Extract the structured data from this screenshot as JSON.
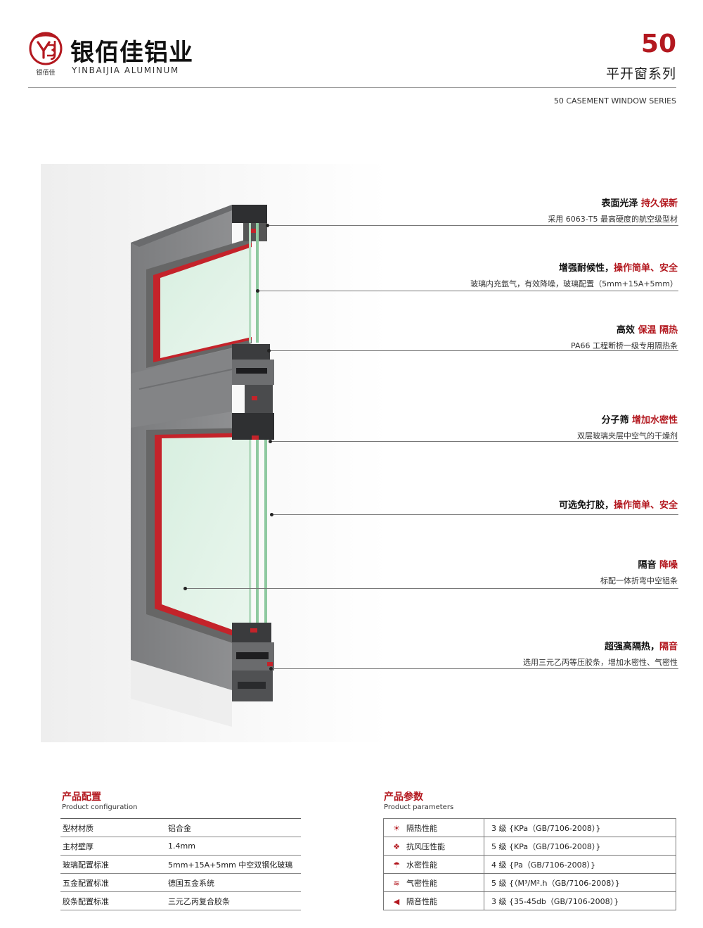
{
  "brand": {
    "name_cn": "银佰佳铝业",
    "name_en": "YINBAIJIA ALUMINUM",
    "logo_sub": "银佰佳",
    "logo_letters": "YBJ",
    "accent": "#b3181f"
  },
  "series": {
    "number": "50",
    "name_cn": "平开窗系列",
    "name_en": "50 CASEMENT WINDOW SERIES"
  },
  "features": [
    {
      "title": "表面光泽",
      "highlight": "持久保新",
      "desc": "采用 6063-T5 最高硬度的航空级型材"
    },
    {
      "title": "增强耐候性，",
      "highlight": "操作简单、安全",
      "desc": "玻璃内充氩气，有效降噪，玻璃配置（5mm+15A+5mm）"
    },
    {
      "title": "高效",
      "highlight": "保温 隔热",
      "desc": "PA66 工程断桥一级专用隔热条"
    },
    {
      "title": "分子筛",
      "highlight": "增加水密性",
      "desc": "双层玻璃夹层中空气的干燥剂"
    },
    {
      "title": "可选免打胶，",
      "highlight": "操作简单、安全",
      "desc": ""
    },
    {
      "title": "隔音",
      "highlight": "降噪",
      "desc": "标配一体折弯中空铝条"
    },
    {
      "title": "超强高隔热，",
      "highlight": "隔音",
      "desc": "选用三元乙丙等压胶条，增加水密性、气密性"
    }
  ],
  "config": {
    "title": "产品配置",
    "subtitle": "Product configuration",
    "rows": [
      {
        "key": "型材材质",
        "value": "铝合金"
      },
      {
        "key": "主材壁厚",
        "value": "1.4mm"
      },
      {
        "key": "玻璃配置标准",
        "value": "5mm+15A+5mm 中空双钢化玻璃"
      },
      {
        "key": "五金配置标准",
        "value": "德国五金系统"
      },
      {
        "key": "胶条配置标准",
        "value": "三元乙丙复合胶条"
      }
    ]
  },
  "params": {
    "title": "产品参数",
    "subtitle": "Product parameters",
    "rows": [
      {
        "icon": "sun-icon",
        "glyph": "☀",
        "key": "隔热性能",
        "value": "3 级 {KPa（GB/7106-2008）}"
      },
      {
        "icon": "wind-pressure-icon",
        "glyph": "❖",
        "key": "抗风压性能",
        "value": "5 级 {KPa（GB/7106-2008）}"
      },
      {
        "icon": "water-drop-icon",
        "glyph": "☂",
        "key": "水密性能",
        "value": "4 级 {Pa（GB/7106-2008）}"
      },
      {
        "icon": "air-wave-icon",
        "glyph": "≋",
        "key": "气密性能",
        "value": "5 级 {（M³/M².h（GB/7106-2008）}"
      },
      {
        "icon": "speaker-icon",
        "glyph": "◀",
        "key": "隔音性能",
        "value": "3 级 {35-45db（GB/7106-2008）}"
      }
    ]
  }
}
